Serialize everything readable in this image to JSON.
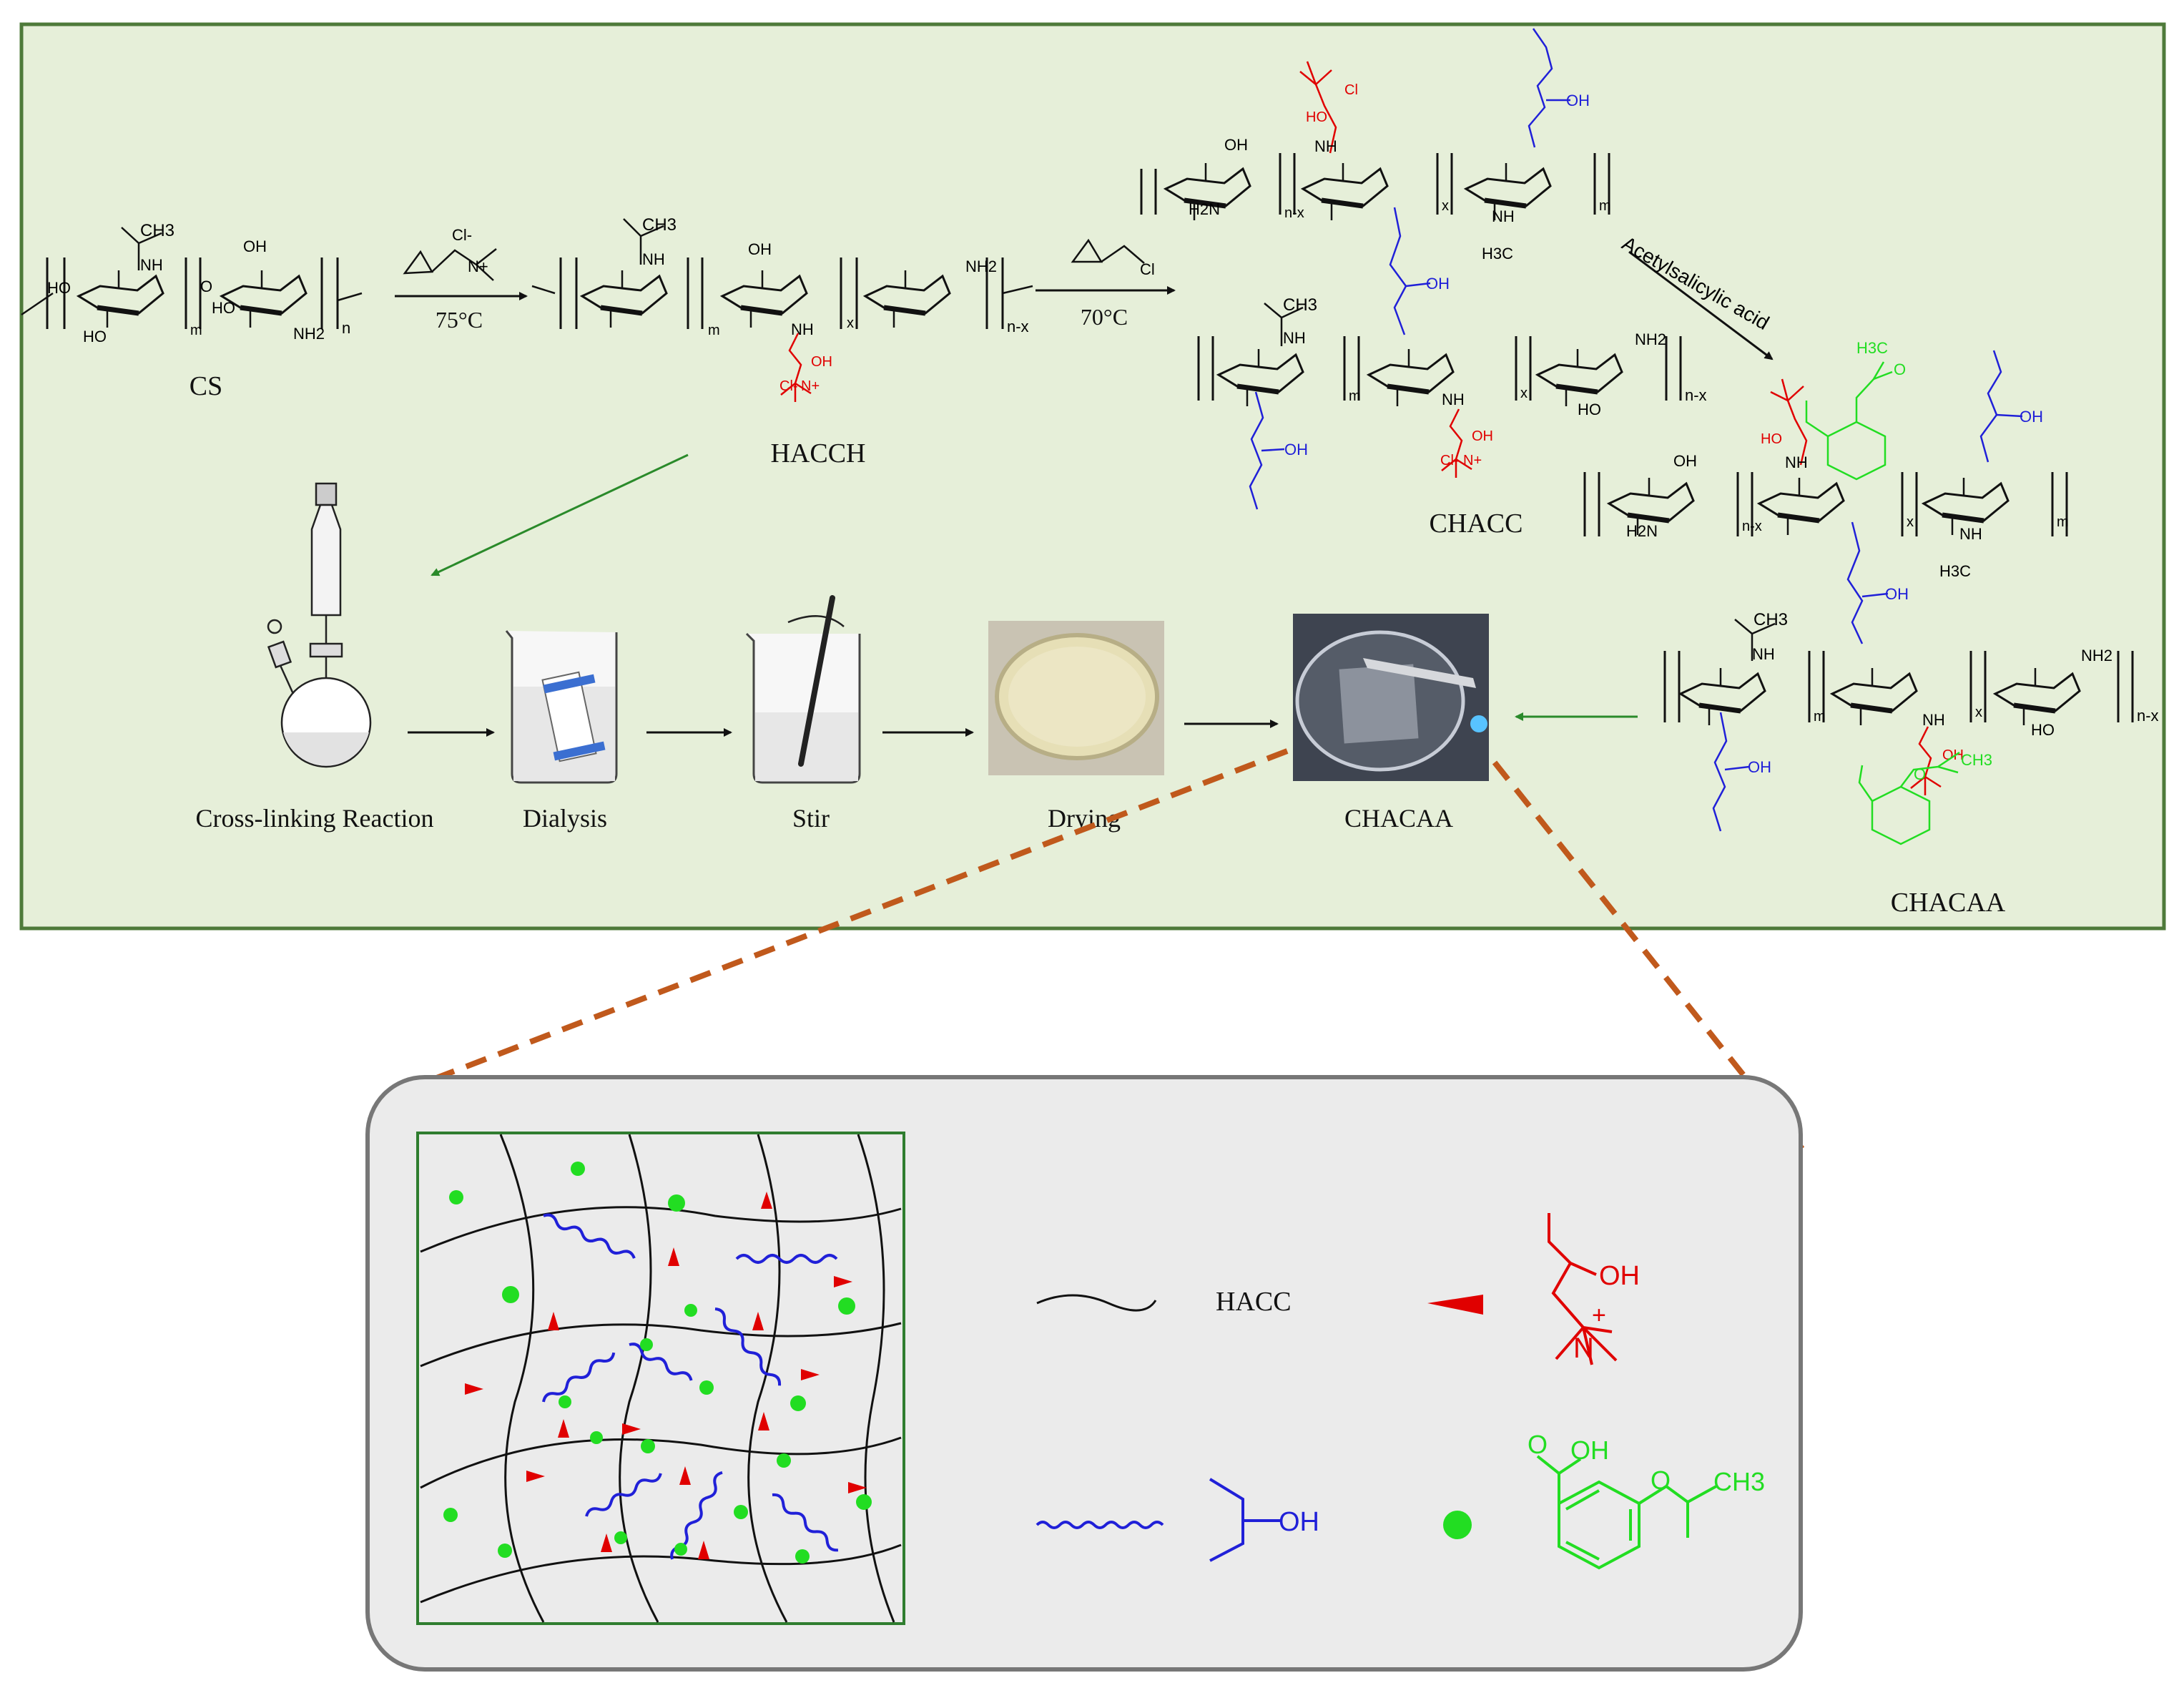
{
  "colors": {
    "panel_bg": "#e6efd9",
    "panel_border": "#4e7a3a",
    "legend_bg": "#ebebeb",
    "legend_border": "#777777",
    "zoom_line": "#c0591c",
    "quat_red": "#e00000",
    "linker_blue": "#2020d8",
    "aspirin_green": "#22dd22",
    "flow_green": "#2a8a2a"
  },
  "reaction": {
    "cs_label": "CS",
    "hacch_label": "HACCH",
    "chacc_label": "CHACC",
    "chacaa_label": "CHACAA",
    "step1_condition": "75°C",
    "step2_condition": "70°C",
    "step3_reagent": "Acetylsalicylic acid"
  },
  "chem_text": {
    "ch3": "CH3",
    "h3c": "H3C",
    "nh": "NH",
    "nh2": "NH2",
    "h2n": "H2N",
    "oh": "OH",
    "ho": "HO",
    "o": "O",
    "cl": "Cl",
    "cl_minus": "Cl-",
    "n_plus": "N+",
    "m": "m",
    "n": "n",
    "x": "x",
    "nx": "n-x"
  },
  "process": {
    "steps": [
      {
        "label": "Cross-linking Reaction"
      },
      {
        "label": "Dialysis"
      },
      {
        "label": "Stir"
      },
      {
        "label": "Drying"
      },
      {
        "label": "CHACAA"
      }
    ]
  },
  "legend": {
    "hacc_label": "HACC",
    "quat_oh": "OH",
    "quat_plus": "+",
    "quat_n": "N",
    "linker_oh": "OH",
    "aspirin_oh": "OH",
    "aspirin_o": "O",
    "aspirin_carbonyl_o": "O",
    "aspirin_ch3": "CH3"
  }
}
